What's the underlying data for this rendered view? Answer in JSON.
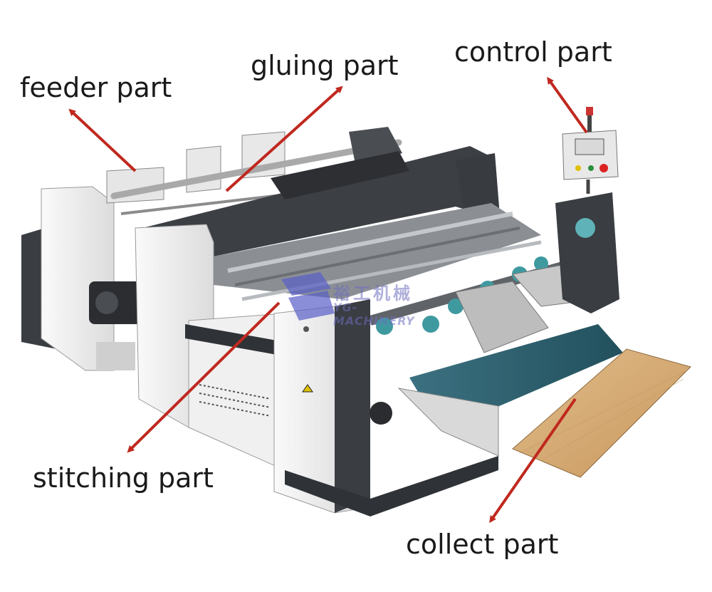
{
  "labels": {
    "feeder": "feeder part",
    "gluing": "gluing part",
    "control": "control part",
    "stitching": "stitching part",
    "collect": "collect part"
  },
  "watermark": {
    "cn": "裕工机械",
    "en": "YG-MACHINERY"
  },
  "colors": {
    "arrow": "#c0281e",
    "frame_dark": "#3c3f44",
    "panel_white": "#f2f2f2",
    "belt_blue": "#2f5f6e",
    "collect_board": "#d4a872",
    "watermark": "#5a5fc8"
  }
}
